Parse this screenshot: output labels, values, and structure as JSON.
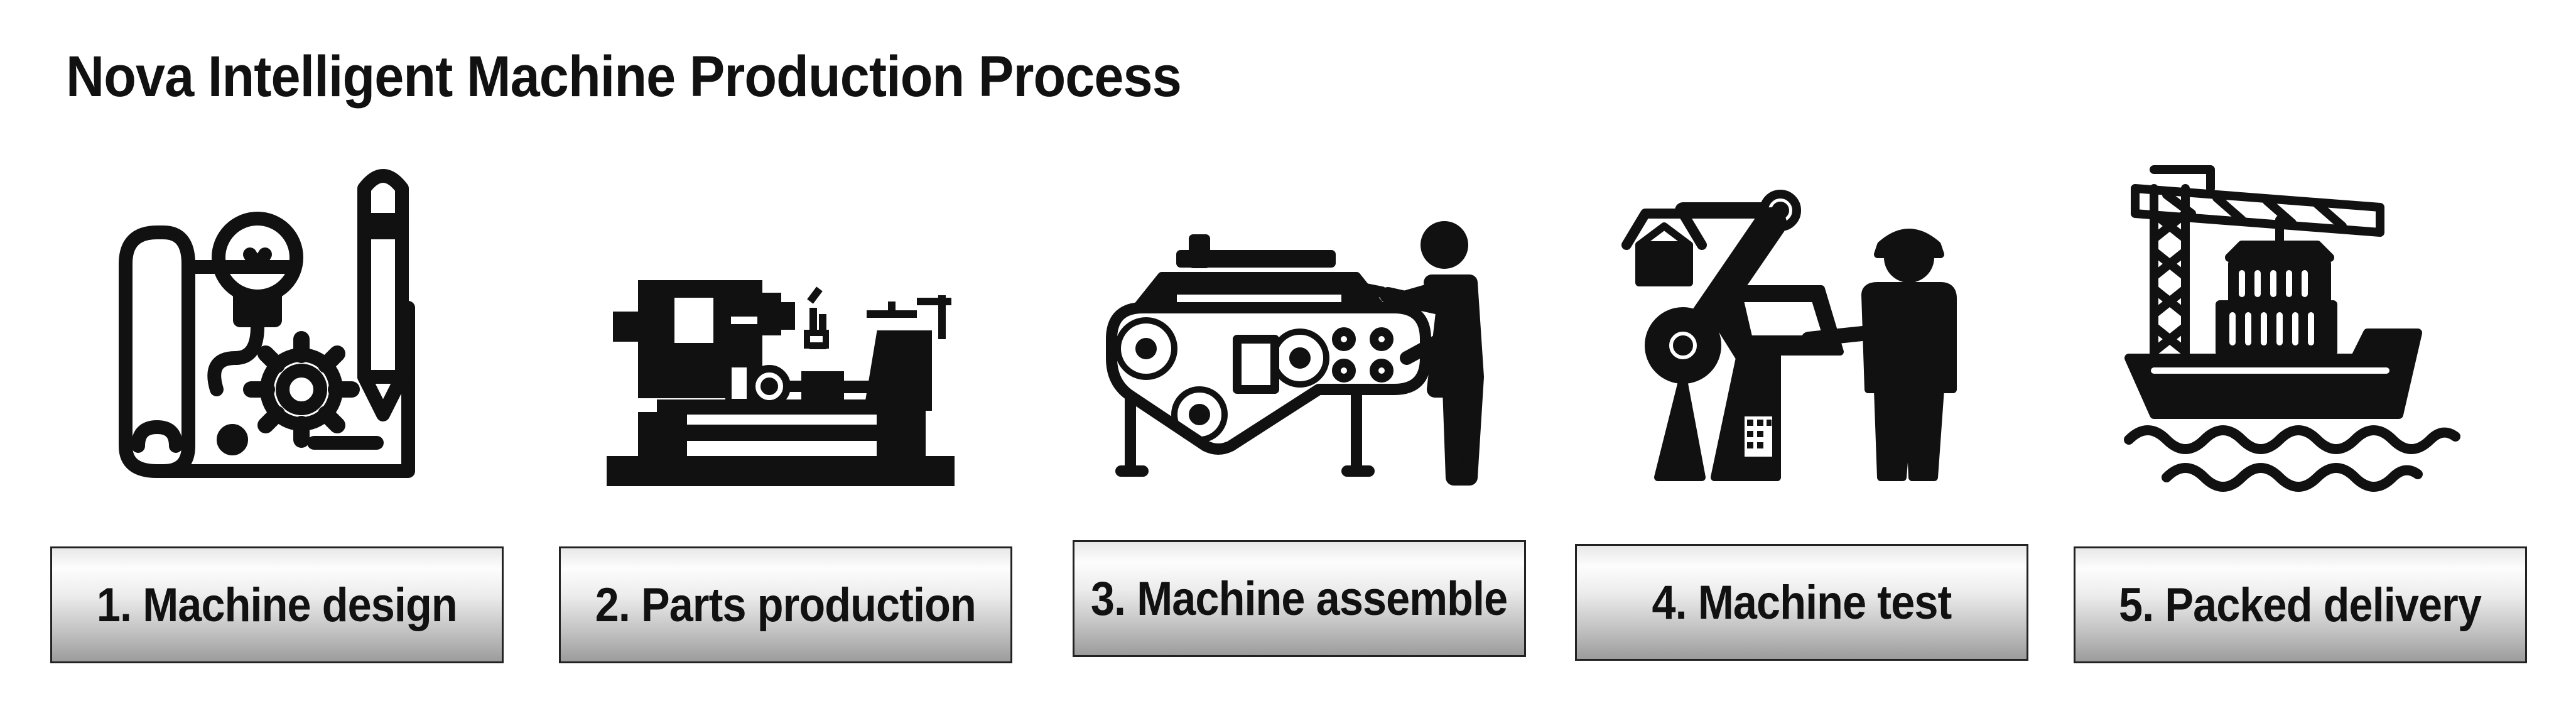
{
  "title": "Nova Intelligent Machine Production Process",
  "steps": [
    {
      "label": "1. Machine design",
      "icon": "blueprint-design-icon"
    },
    {
      "label": "2. Parts production",
      "icon": "lathe-machine-icon"
    },
    {
      "label": "3. Machine assemble",
      "icon": "machine-assembly-icon"
    },
    {
      "label": "4. Machine test",
      "icon": "robot-arm-test-icon"
    },
    {
      "label": "5. Packed delivery",
      "icon": "cargo-ship-icon"
    }
  ],
  "colors": {
    "icon": "#111111",
    "button_dark": "#9c9c9c",
    "button_light": "#fdfdfd"
  }
}
